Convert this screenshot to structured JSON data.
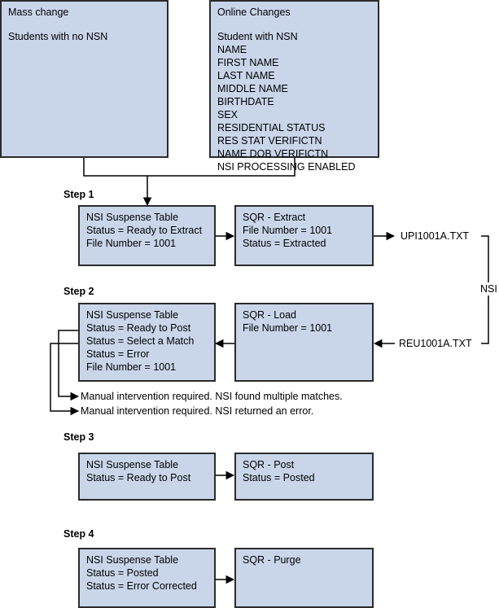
{
  "mass_change": {
    "title": "Mass change",
    "subtitle": "Students with no NSN"
  },
  "online_changes": {
    "title": "Online Changes",
    "lines": [
      "Student with NSN",
      "NAME",
      "FIRST NAME",
      "LAST NAME",
      "MIDDLE NAME",
      "BIRTHDATE",
      "SEX",
      "RESIDENTIAL STATUS",
      "RES STAT VERIFICTN",
      "NAME DOB VERIFICTN",
      "NSI PROCESSING ENABLED"
    ]
  },
  "step1": {
    "label": "Step 1",
    "suspense": [
      "NSI Suspense Table",
      "Status = Ready to Extract",
      "File Number = 1001"
    ],
    "sqr": [
      "SQR - Extract",
      "File Number = 1001",
      "Status = Extracted"
    ],
    "output_file": "UPI1001A.TXT"
  },
  "nsi_label": "NSI",
  "step2": {
    "label": "Step 2",
    "suspense": [
      "NSI Suspense Table",
      "Status = Ready to Post",
      "Status = Select a Match",
      "Status = Error",
      "File Number = 1001"
    ],
    "sqr": [
      "SQR - Load",
      "File Number = 1001"
    ],
    "input_file": "REU1001A.TXT",
    "note_multiple": "Manual intervention required. NSI found multiple matches.",
    "note_error": "Manual intervention required. NSI returned an error."
  },
  "step3": {
    "label": "Step 3",
    "suspense": [
      "NSI Suspense Table",
      "Status = Ready to Post"
    ],
    "sqr": [
      "SQR - Post",
      "Status = Posted"
    ]
  },
  "step4": {
    "label": "Step 4",
    "suspense": [
      "NSI Suspense Table",
      "Status = Posted",
      "Status = Error Corrected"
    ],
    "sqr": [
      "SQR - Purge"
    ]
  }
}
